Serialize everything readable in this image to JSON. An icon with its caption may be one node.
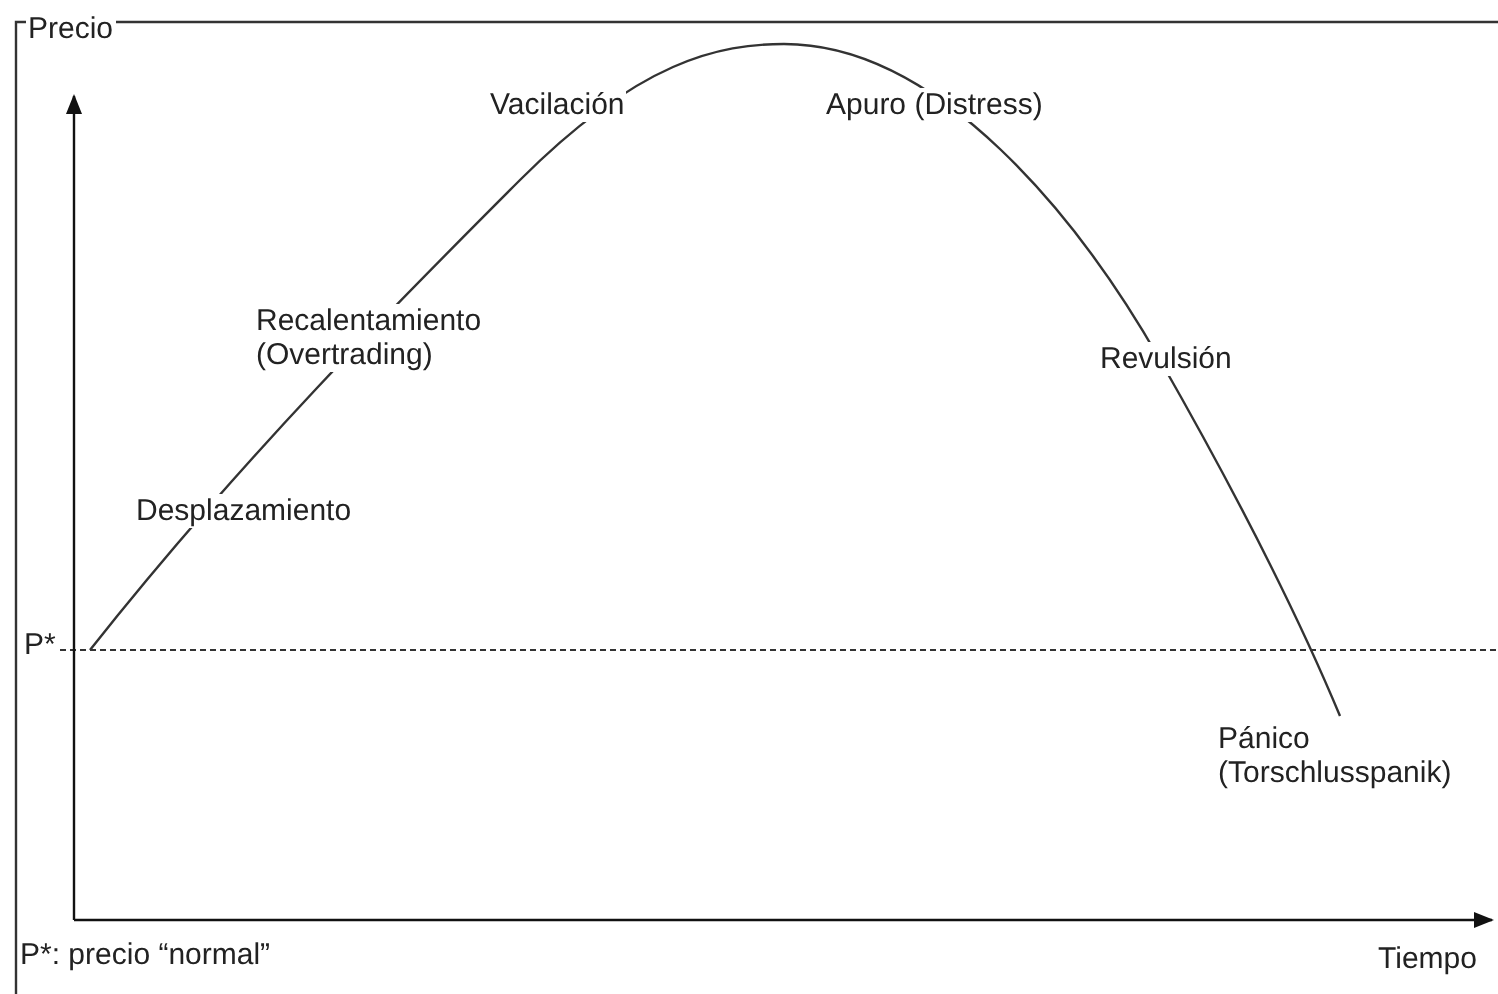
{
  "diagram": {
    "labels": [
      "Precio",
      "Vacilación",
      "Apuro (Distress)",
      "Recalentamiento (Overtrading)",
      "Revulsión",
      "Desplazamiento",
      "P*",
      "Pánico (Torschlusspanik)",
      "P*: precio “normal”",
      "Tiempo"
    ]
  }
}
